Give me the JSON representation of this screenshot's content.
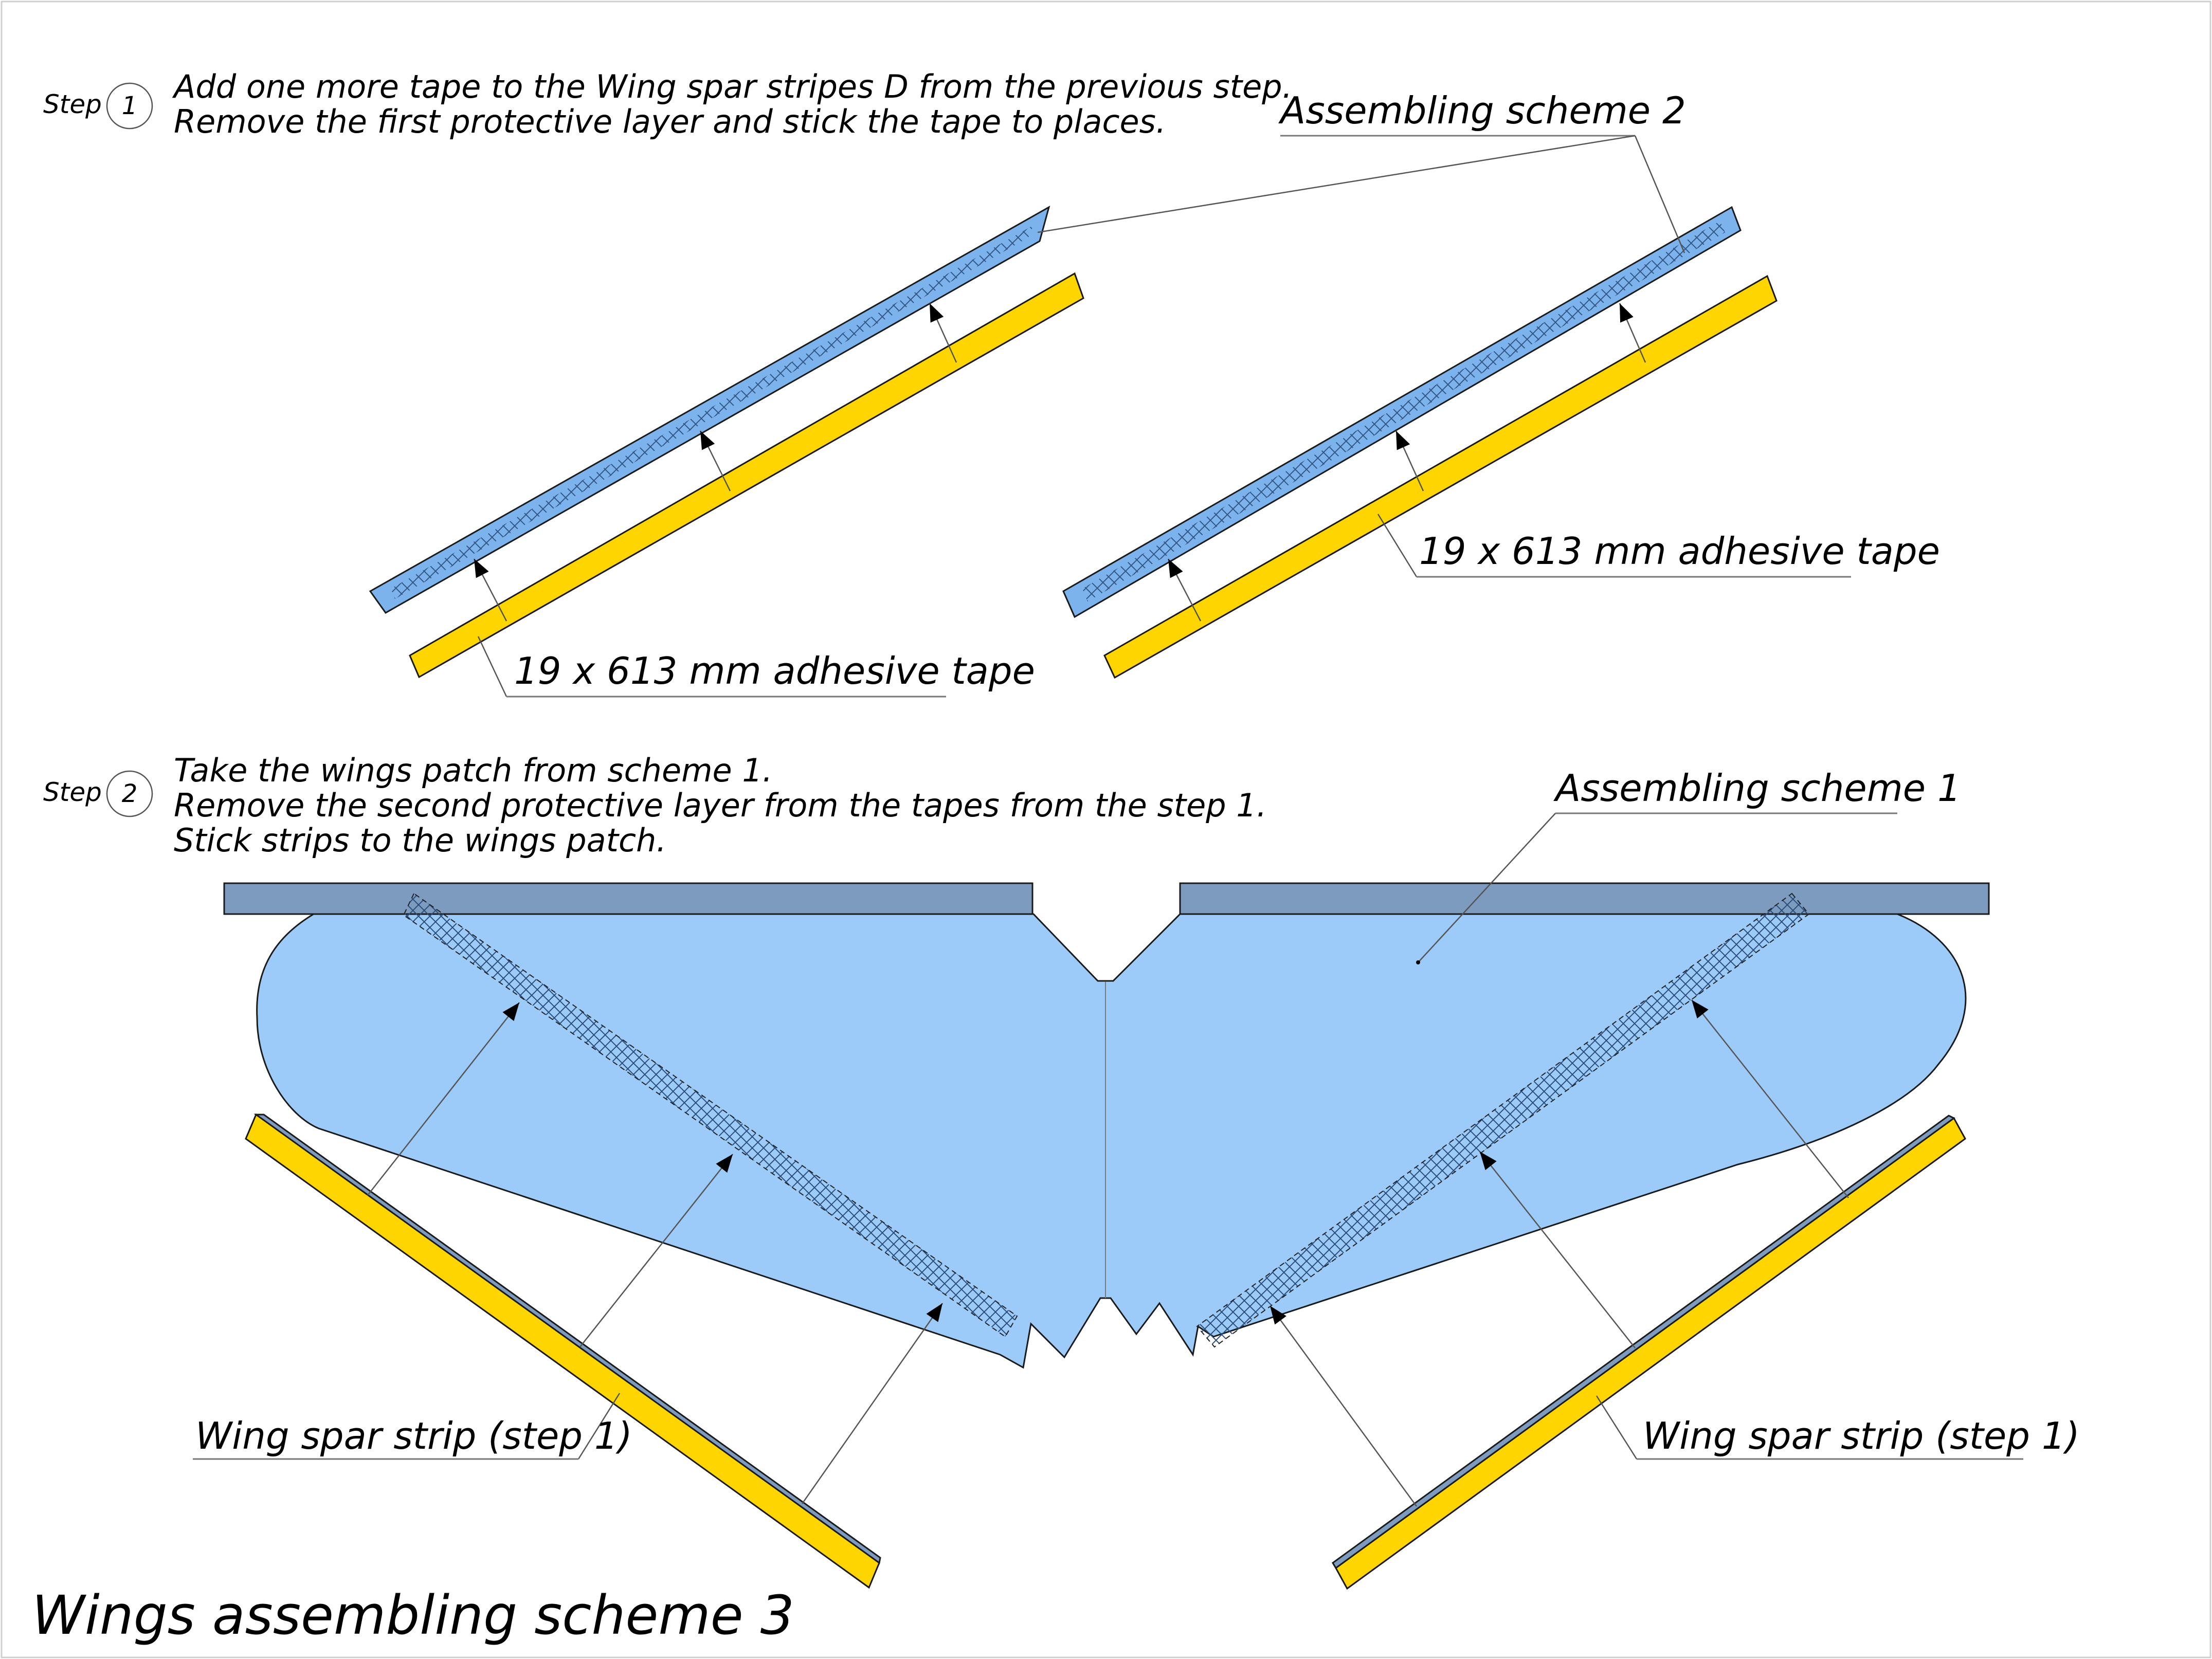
{
  "colors": {
    "tape_blue": "#7cb3ec",
    "adhesive_yellow": "#ffd500",
    "patch_blue": "#9ccbfa",
    "carbon_bar": "#7d9bbf",
    "outline": "#1a1a1a"
  },
  "step1": {
    "word": "Step",
    "number": "1",
    "line1": "Add one more tape to the Wing spar stripes D from the previous step.",
    "line2": "Remove the first protective layer and stick the tape to places."
  },
  "step2": {
    "word": "Step",
    "number": "2",
    "line1": "Take the wings patch from scheme 1.",
    "line2": "Remove the second protective layer from the tapes from the step 1.",
    "line3": "Stick strips to the wings patch."
  },
  "callouts": {
    "scheme2": "Assembling scheme 2",
    "tape_left": "19 x 613 mm adhesive tape",
    "tape_right": "19 x 613 mm adhesive tape",
    "scheme1": "Assembling scheme 1",
    "spar_left": "Wing spar strip (step 1)",
    "spar_right": "Wing spar strip (step 1)"
  },
  "title": "Wings assembling scheme 3",
  "icons": {
    "pattern": "crosshatch-pattern",
    "arrow": "arrowhead-icon"
  }
}
